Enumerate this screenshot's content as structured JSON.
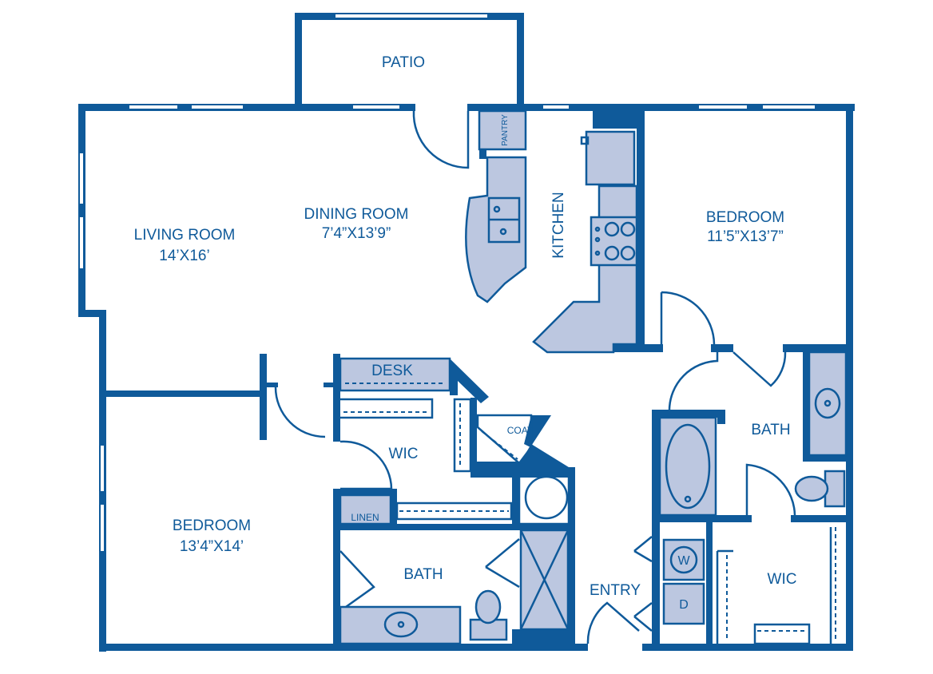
{
  "rooms": {
    "patio": {
      "name": "PATIO"
    },
    "living": {
      "name": "LIVING ROOM",
      "size": "14’X16’"
    },
    "dining": {
      "name": "DINING ROOM",
      "size": "7’4”X13’9”"
    },
    "kitchen": {
      "name": "KITCHEN"
    },
    "pantry": {
      "name": "PANTRY"
    },
    "bedroom_right": {
      "name": "BEDROOM",
      "size": "11’5”X13’7”"
    },
    "bedroom_left": {
      "name": "BEDROOM",
      "size": "13’4”X14’"
    },
    "desk": {
      "name": "DESK"
    },
    "wic_left": {
      "name": "WIC"
    },
    "coat": {
      "name": "COAT"
    },
    "linen": {
      "name": "LINEN"
    },
    "bath_left": {
      "name": "BATH"
    },
    "bath_right": {
      "name": "BATH"
    },
    "entry": {
      "name": "ENTRY"
    },
    "wic_right": {
      "name": "WIC"
    }
  },
  "appliances": {
    "washer": "W",
    "dryer": "D"
  },
  "colors": {
    "wall": "#0f5a9a",
    "fixture": "#bcc7e0",
    "background": "#ffffff"
  }
}
